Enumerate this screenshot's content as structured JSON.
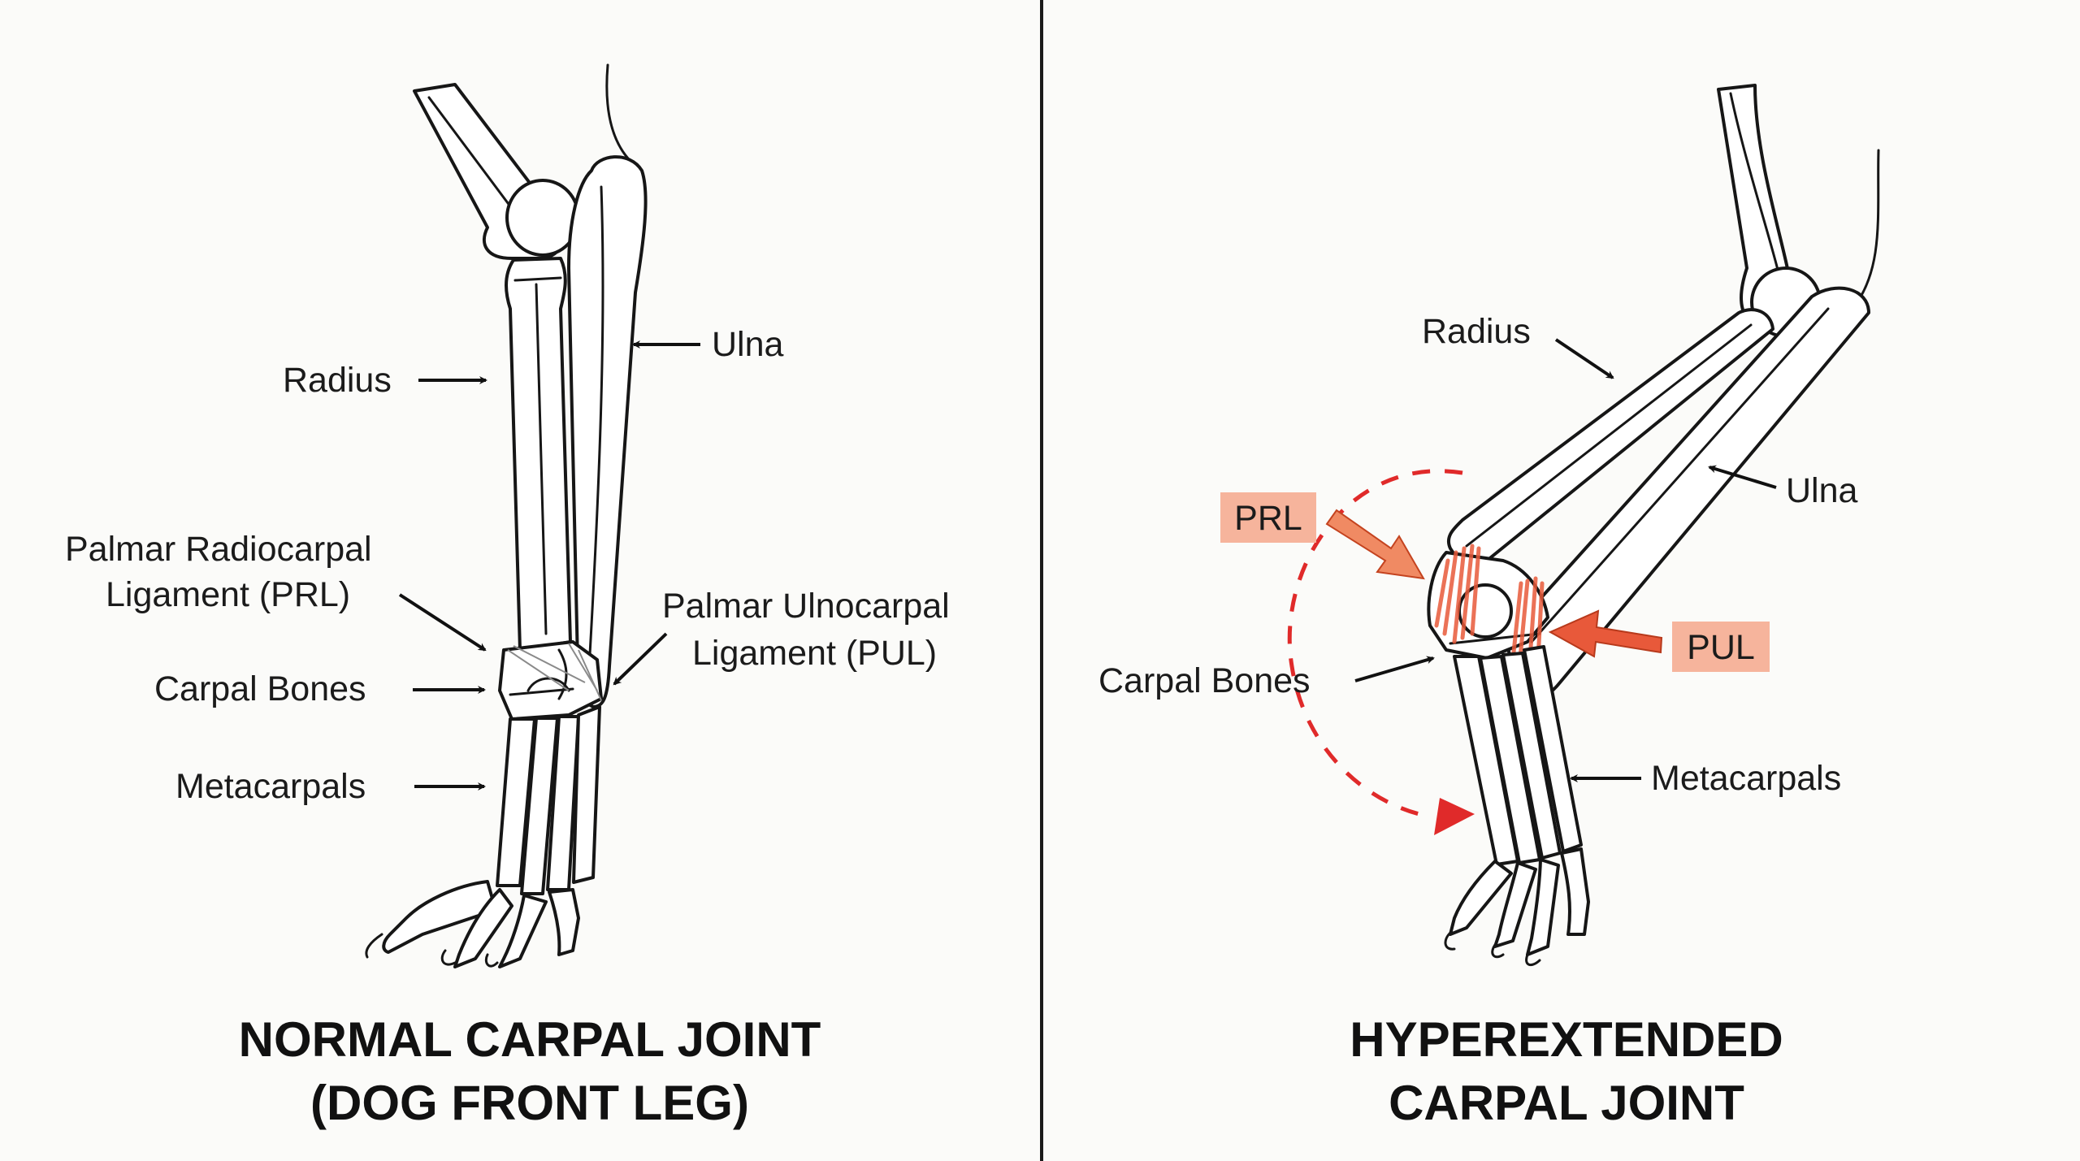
{
  "panels": {
    "normal": {
      "title_line1": "NORMAL CARPAL JOINT",
      "title_line2": "(DOG FRONT LEG)",
      "labels": {
        "radius": "Radius",
        "ulna": "Ulna",
        "prl_line1": "Palmar Radiocarpal",
        "prl_line2": "Ligament (PRL)",
        "pul_line1": "Palmar Ulnocarpal",
        "pul_line2": "Ligament (PUL)",
        "carpal_bones": "Carpal Bones",
        "metacarpals": "Metacarpals"
      }
    },
    "hyperextended": {
      "title_line1": "HYPEREXTENDED",
      "title_line2": "CARPAL JOINT",
      "labels": {
        "radius": "Radius",
        "ulna": "Ulna",
        "prl": "PRL",
        "pul": "PUL",
        "carpal_bones": "Carpal Bones",
        "metacarpals": "Metacarpals"
      }
    }
  },
  "colors": {
    "background": "#fbfbf9",
    "ink": "#161616",
    "ligament_highlight": "#e8593a",
    "badge_fill": "#f6b49c",
    "arrow_fill": "#f08a63",
    "motion_arrow": "#e02a2a",
    "divider": "#1a1a1a"
  }
}
